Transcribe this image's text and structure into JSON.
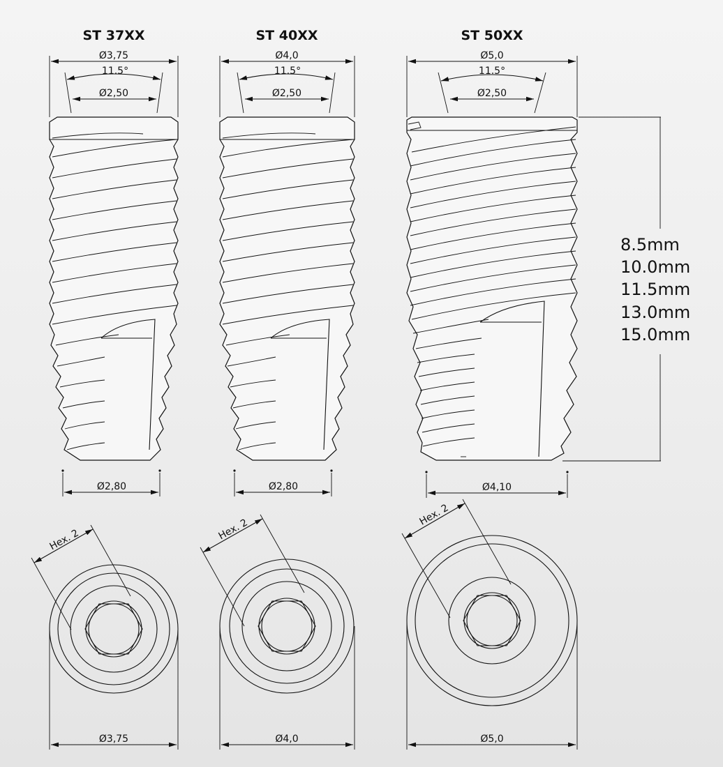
{
  "implants": [
    {
      "title": "ST 37XX",
      "top_diameter": "Ø3,75",
      "angle": "11.5°",
      "inner_diameter": "Ø2,50",
      "apex_diameter": "Ø2,80",
      "hex_label": "Hex. 2",
      "bottom_diameter": "Ø3,75"
    },
    {
      "title": "ST 40XX",
      "top_diameter": "Ø4,0",
      "angle": "11.5°",
      "inner_diameter": "Ø2,50",
      "apex_diameter": "Ø2,80",
      "hex_label": "Hex. 2",
      "bottom_diameter": "Ø4,0"
    },
    {
      "title": "ST 50XX",
      "top_diameter": "Ø5,0",
      "angle": "11.5°",
      "inner_diameter": "Ø2,50",
      "apex_diameter": "Ø4,10",
      "hex_label": "Hex. 2",
      "bottom_diameter": "Ø5,0"
    }
  ],
  "lengths": [
    "8.5mm",
    "10.0mm",
    "11.5mm",
    "13.0mm",
    "15.0mm"
  ]
}
